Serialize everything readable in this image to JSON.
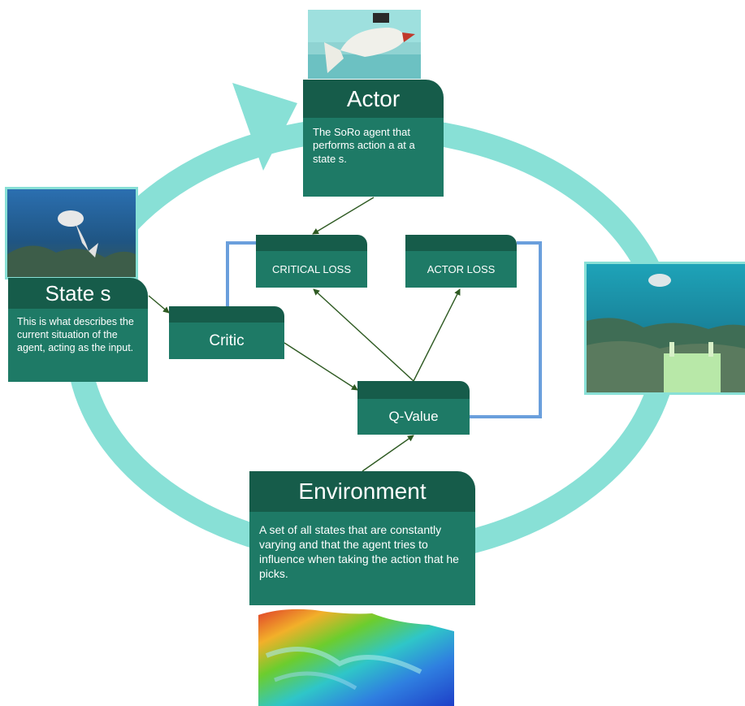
{
  "actor": {
    "title": "Actor",
    "description": "The SoRo agent that performs action a at a state s."
  },
  "state": {
    "title": "State s",
    "description": "This is what describes the current situation of the agent, acting as the input."
  },
  "environment": {
    "title": "Environment",
    "description": "A set of all states that are constantly varying and that the agent tries to influence when taking the action that he picks."
  },
  "critical_loss": {
    "title": "CRITICAL LOSS"
  },
  "actor_loss": {
    "title": "ACTOR LOSS"
  },
  "critic": {
    "title": "Critic"
  },
  "q_value": {
    "title": "Q-Value"
  },
  "colors": {
    "cycle_arrow": "#88e0d6",
    "box_header": "#165c4a",
    "box_body": "#1e7a66",
    "feedback_line": "#6a9fdc",
    "arrow": "#2e5a22"
  }
}
